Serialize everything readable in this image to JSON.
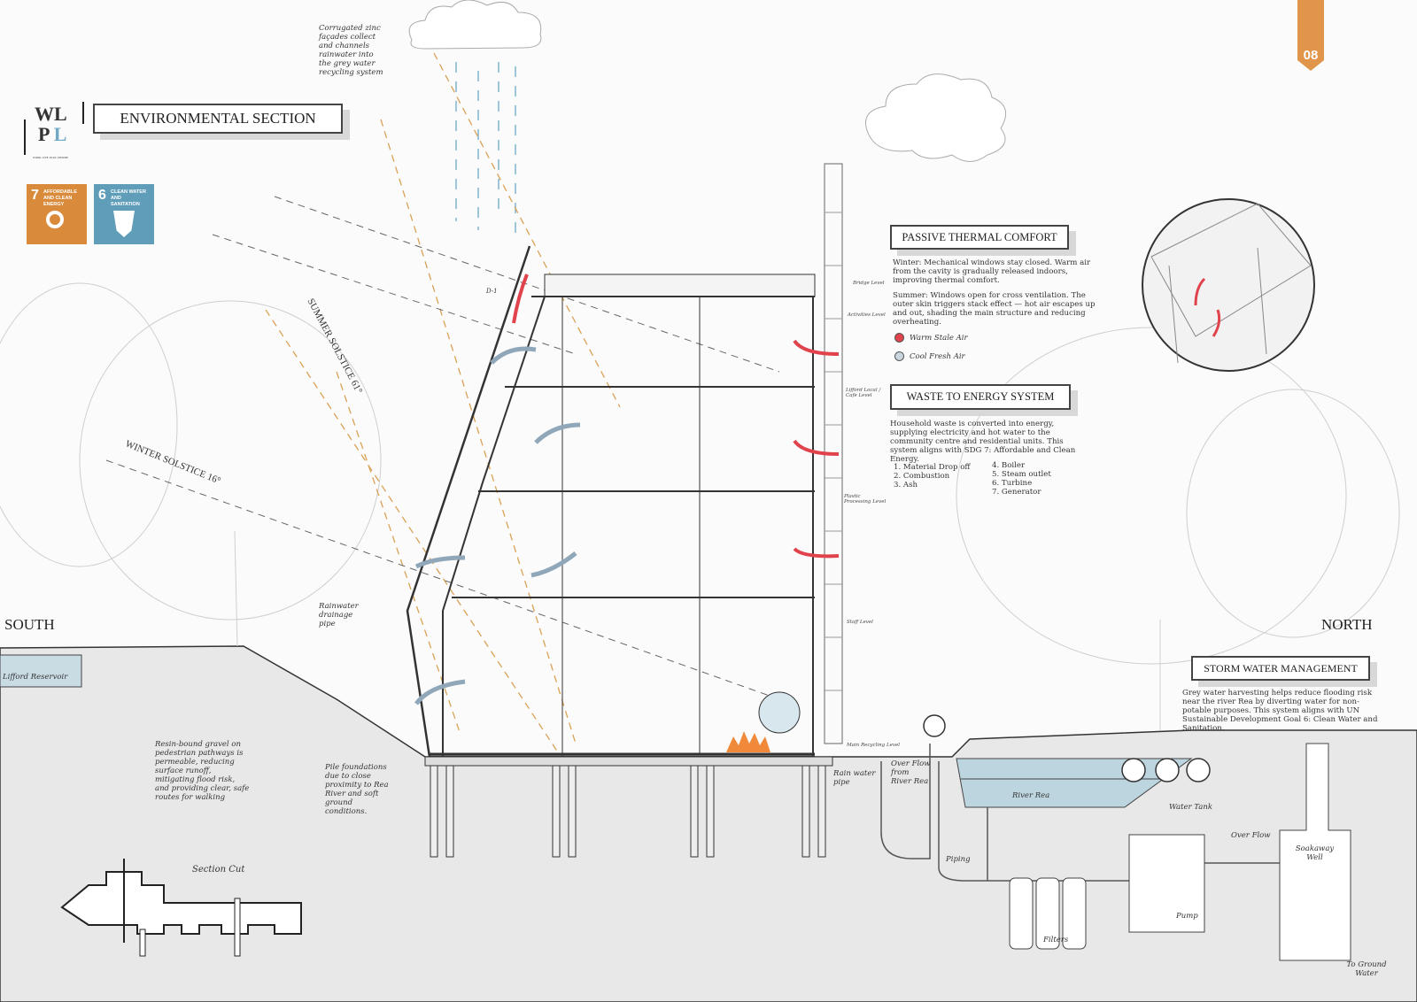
{
  "page_number": "08",
  "logo": {
    "letters": [
      "W",
      "L",
      "P",
      "L"
    ],
    "tagline": "WORK. LIVE. PLAY. LEISURE"
  },
  "title": "ENVIRONMENTAL SECTION",
  "sdg_tiles": [
    {
      "number": "7",
      "label": "AFFORDABLE AND CLEAN ENERGY",
      "color": "#d98a3a"
    },
    {
      "number": "6",
      "label": "CLEAN WATER AND SANITATION",
      "color": "#5f9db9"
    }
  ],
  "compass": {
    "south": "SOUTH",
    "north": "NORTH"
  },
  "annotations": {
    "zinc_facade": "Corrugated zinc façades collect and channels rainwater into the grey water recycling system",
    "summer_solstice": "SUMMER SOLSTICE 61°",
    "winter_solstice": "WINTER SOLSTICE 16°",
    "detail_ref": "D-1",
    "rainwater_drainage": "Rainwater drainage pipe",
    "resin_gravel": "Resin-bound gravel on pedestrian pathways is permeable, reducing surface runoff, mitigating flood risk, and providing clear, safe routes for walking",
    "pile_foundations": "Pile foundations due to close proximity to Rea River and soft ground conditions.",
    "lifford_reservoir": "Lifford Reservoir",
    "section_cut": "Section Cut"
  },
  "levels": [
    "Bridge Level",
    "Activities Level",
    "Lifford Local / Cafe Level",
    "Plastic Processing Level",
    "Staff Level",
    "Main Recycling Level"
  ],
  "passive_thermal": {
    "heading": "PASSIVE THERMAL COMFORT",
    "winter": "Winter: Mechanical windows stay closed. Warm air from the cavity is gradually released indoors, improving thermal comfort.",
    "summer": "Summer: Windows open for cross ventilation. The outer skin triggers stack effect — hot air escapes up and out, shading the main structure and reducing overheating.",
    "legend": [
      {
        "label": "Warm Stale Air",
        "color": "#e0434b"
      },
      {
        "label": "Cool Fresh Air",
        "color": "#c9d6df"
      }
    ]
  },
  "waste_energy": {
    "heading": "WASTE TO ENERGY SYSTEM",
    "body": "Household waste is converted into energy, supplying electricity and hot water to the community centre and residential units. This system aligns with SDG 7: Affordable and Clean Energy.",
    "steps_left": [
      "1. Material Drop off",
      "2. Combustion",
      "3. Ash"
    ],
    "steps_right": [
      "4. Boiler",
      "5. Steam outlet",
      "6. Turbine",
      "7. Generator"
    ]
  },
  "storm_water": {
    "heading": "STORM WATER MANAGEMENT",
    "body": "Grey water harvesting helps reduce flooding risk near the river Rea  by diverting water for non-potable purposes. This system aligns with UN Sustainable Development Goal 6: Clean Water and Sanitation."
  },
  "water_labels": {
    "rain_water_pipe": "Rain water pipe",
    "overflow_river": "Over Flow from River Rea",
    "river_rea": "River Rea",
    "water_tank": "Water Tank",
    "over_flow": "Over Flow",
    "soakaway": "Soakaway Well",
    "piping": "Piping",
    "filters": "Filters",
    "pump": "Pump",
    "to_ground": "To Ground Water"
  },
  "colors": {
    "accent_orange": "#e0954a",
    "warm_air": "#e0434b",
    "cool_air": "#8fa7b8",
    "water": "#b9d3de",
    "ground": "#e6e6e6"
  }
}
